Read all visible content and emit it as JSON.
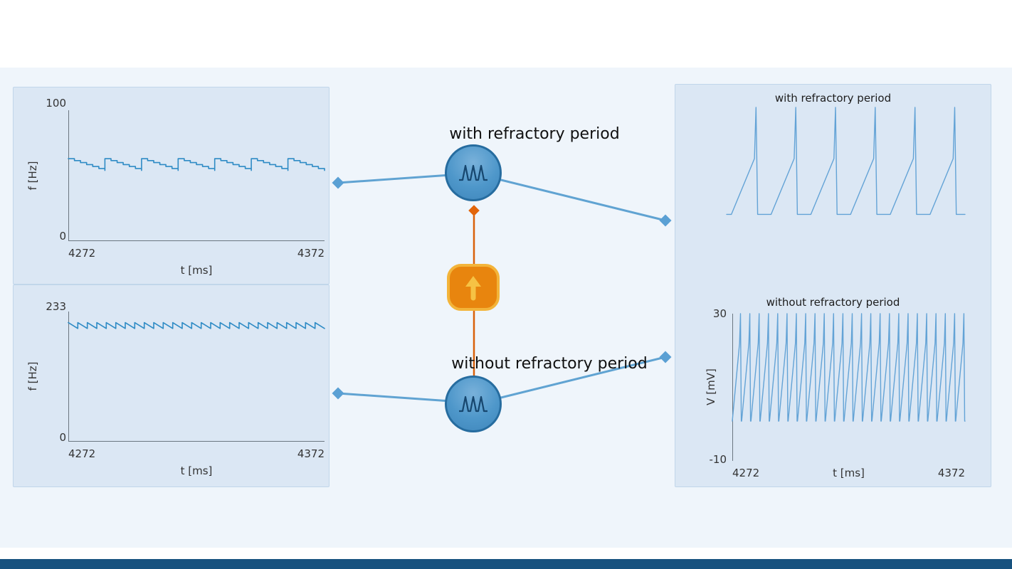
{
  "colors": {
    "node_blue": "#4e97ca",
    "node_border_blue": "#266c9f",
    "node_orange": "#e8850e",
    "node_border_yellow": "#f3b43a",
    "connector_blue": "#60a3d2",
    "connector_orange": "#d9610b",
    "plot_line_blue": "#2e8bc5",
    "panel_background": "#dbe7f4",
    "workspace_background": "#eff5fb",
    "footer_bar": "#17527f"
  },
  "nodes": {
    "with_label": "with refractory period",
    "without_label": "without refractory period"
  },
  "left_top_plot": {
    "y_max": "100",
    "y_min": "0",
    "y_axis_label": "f [Hz]",
    "x_tick_start": "4272",
    "x_tick_end": "4372",
    "x_axis_label": "t [ms]",
    "waveform": {
      "kind": "sawtooth",
      "teeth": 7,
      "steps": 6,
      "v_high": 0.63,
      "v_low": 0.54
    }
  },
  "left_bottom_plot": {
    "y_max": "233",
    "y_min": "0",
    "y_axis_label": "f [Hz]",
    "x_tick_start": "4272",
    "x_tick_end": "4372",
    "x_axis_label": "t [ms]",
    "waveform": {
      "kind": "sawtooth",
      "teeth": 27,
      "steps": 1,
      "v_high": 0.915,
      "v_low": 0.87
    }
  },
  "right_panel": {
    "top_plot": {
      "title": "with refractory period",
      "waveform": {
        "kind": "spike_train",
        "spikes": 6,
        "v_base": 0.06,
        "v_ramp": 0.55,
        "v_peak": 1.0
      }
    },
    "bottom_plot": {
      "title": "without refractory period",
      "y_max": "30",
      "y_min": "-10",
      "y_axis_label": "V [mV]",
      "x_tick_start": "4272",
      "x_tick_end": "4372",
      "x_axis_label": "t [ms]",
      "waveform": {
        "kind": "dense_spikes",
        "spikes": 25,
        "v_low": 0.27,
        "v_thr": 0.8,
        "v_peak": 1.0
      }
    }
  }
}
